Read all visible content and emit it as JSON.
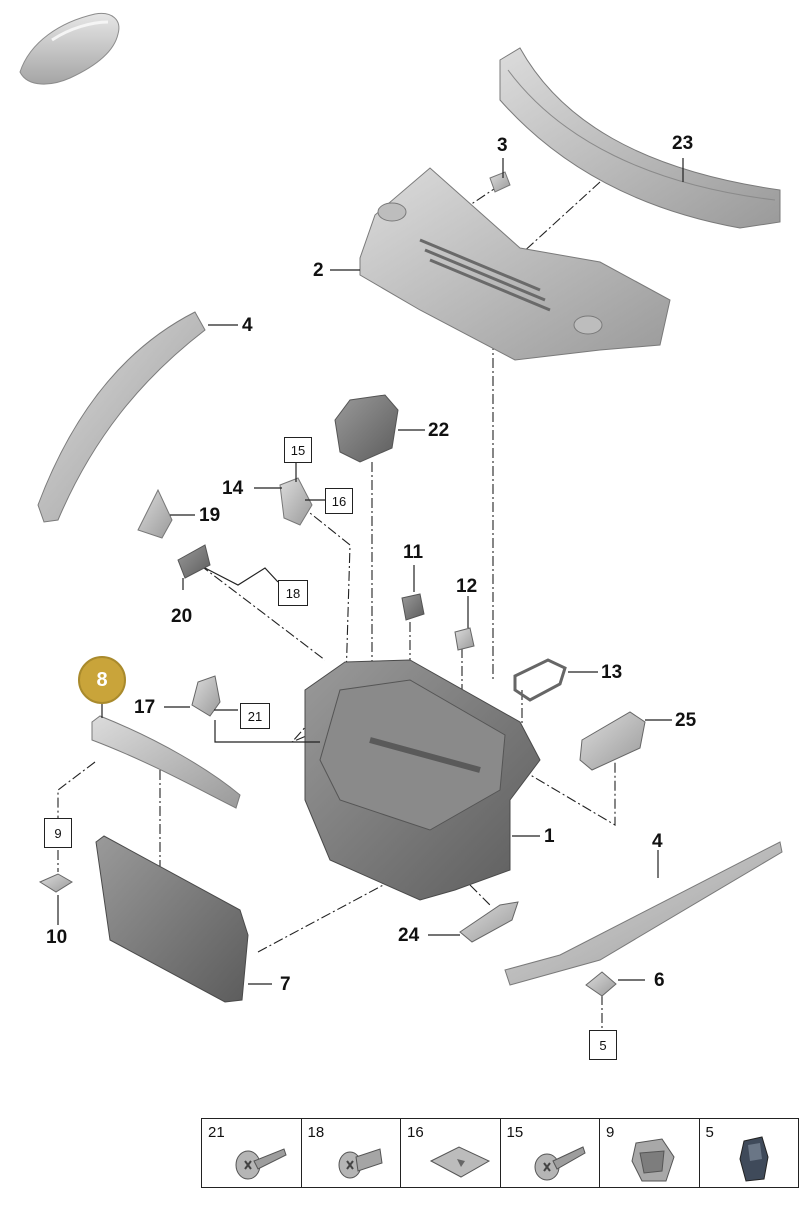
{
  "diagram": {
    "highlighted_part": "8",
    "callouts": {
      "p1": "1",
      "p2": "2",
      "p3": "3",
      "p4a": "4",
      "p4b": "4",
      "p6": "6",
      "p7": "7",
      "p10": "10",
      "p11": "11",
      "p12": "12",
      "p13": "13",
      "p14": "14",
      "p17": "17",
      "p19": "19",
      "p20": "20",
      "p22": "22",
      "p23": "23",
      "p24": "24",
      "p25": "25"
    },
    "boxed_refs": {
      "b15": "15",
      "b16": "16",
      "b18": "18",
      "b21": "21",
      "b9": "9",
      "b5": "5"
    }
  },
  "legend": {
    "items": [
      {
        "number": "21",
        "icon": "screw-flanged-icon"
      },
      {
        "number": "18",
        "icon": "screw-round-head-icon"
      },
      {
        "number": "16",
        "icon": "speed-nut-icon"
      },
      {
        "number": "15",
        "icon": "screw-flanged-icon"
      },
      {
        "number": "9",
        "icon": "spring-clip-icon"
      },
      {
        "number": "5",
        "icon": "retaining-clip-icon"
      }
    ]
  },
  "colors": {
    "part_light": "#cfcfcf",
    "part_mid": "#a9a9a9",
    "part_dark": "#6f6f6f",
    "line": "#222222",
    "badge": "#c9a43a"
  }
}
